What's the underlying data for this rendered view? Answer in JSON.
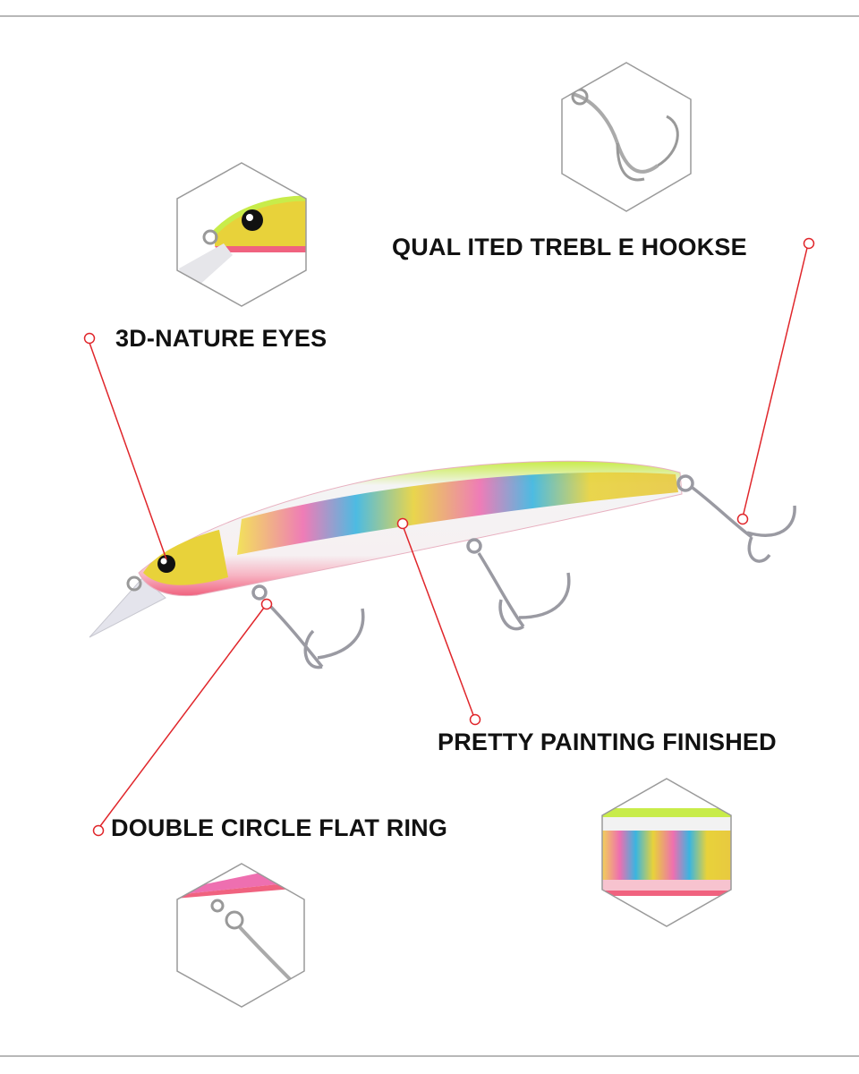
{
  "features": {
    "eyes": "3D-NATURE EYES",
    "hooks": "QUAL ITED TREBL E HOOKSE",
    "painting": "PRETTY PAINTING FINISHED",
    "ring": "DOUBLE CIRCLE FLAT RING"
  },
  "colors": {
    "leader": "#e0262b",
    "hexagon": "#9a9a9a",
    "body_yellow": "#e8d23a",
    "belly_pink": "#f0627f",
    "back_green": "#c8ec4a"
  }
}
